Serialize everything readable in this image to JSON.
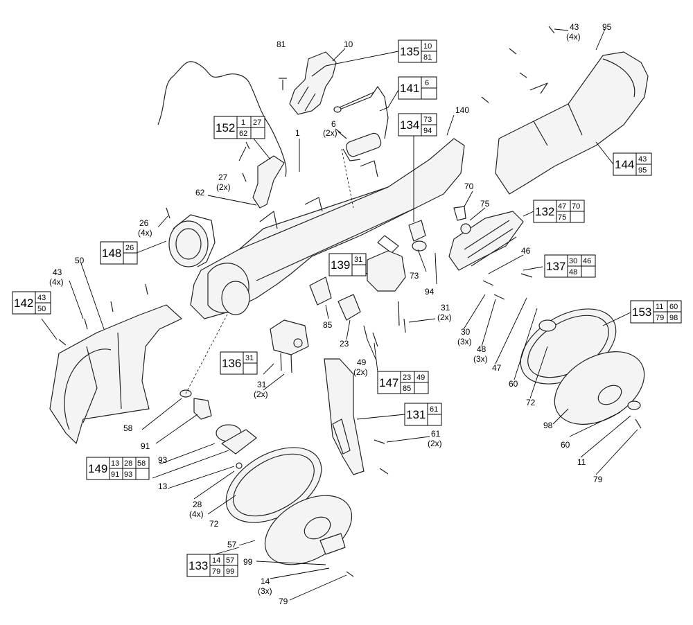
{
  "callouts": [
    {
      "id": "c81",
      "text": "81"
    },
    {
      "id": "c10",
      "text": "10"
    },
    {
      "id": "c6",
      "text": "6"
    },
    {
      "id": "c6q",
      "text": "(2x)"
    },
    {
      "id": "c1",
      "text": "1"
    },
    {
      "id": "c27",
      "text": "27"
    },
    {
      "id": "c27q",
      "text": "(2x)"
    },
    {
      "id": "c62",
      "text": "62"
    },
    {
      "id": "c26",
      "text": "26"
    },
    {
      "id": "c26q",
      "text": "(4x)"
    },
    {
      "id": "c43a",
      "text": "43"
    },
    {
      "id": "c43aq",
      "text": "(4x)"
    },
    {
      "id": "c50",
      "text": "50"
    },
    {
      "id": "c140",
      "text": "140"
    },
    {
      "id": "c70",
      "text": "70"
    },
    {
      "id": "c75",
      "text": "75"
    },
    {
      "id": "c46",
      "text": "46"
    },
    {
      "id": "c73",
      "text": "73"
    },
    {
      "id": "c94",
      "text": "94"
    },
    {
      "id": "c31a",
      "text": "31"
    },
    {
      "id": "c31aq",
      "text": "(2x)"
    },
    {
      "id": "c85",
      "text": "85"
    },
    {
      "id": "c23",
      "text": "23"
    },
    {
      "id": "c49",
      "text": "49"
    },
    {
      "id": "c49q",
      "text": "(2x)"
    },
    {
      "id": "c30",
      "text": "30"
    },
    {
      "id": "c30q",
      "text": "(3x)"
    },
    {
      "id": "c48",
      "text": "48"
    },
    {
      "id": "c48q",
      "text": "(3x)"
    },
    {
      "id": "c47",
      "text": "47"
    },
    {
      "id": "c60a",
      "text": "60"
    },
    {
      "id": "c72a",
      "text": "72"
    },
    {
      "id": "c98",
      "text": "98"
    },
    {
      "id": "c60b",
      "text": "60"
    },
    {
      "id": "c11",
      "text": "11"
    },
    {
      "id": "c79a",
      "text": "79"
    },
    {
      "id": "c31b",
      "text": "31"
    },
    {
      "id": "c31bq",
      "text": "(2x)"
    },
    {
      "id": "c58",
      "text": "58"
    },
    {
      "id": "c91",
      "text": "91"
    },
    {
      "id": "c93",
      "text": "93"
    },
    {
      "id": "c13",
      "text": "13"
    },
    {
      "id": "c28",
      "text": "28"
    },
    {
      "id": "c28q",
      "text": "(4x)"
    },
    {
      "id": "c72b",
      "text": "72"
    },
    {
      "id": "c57",
      "text": "57"
    },
    {
      "id": "c99",
      "text": "99"
    },
    {
      "id": "c14",
      "text": "14"
    },
    {
      "id": "c14q",
      "text": "(3x)"
    },
    {
      "id": "c79b",
      "text": "79"
    },
    {
      "id": "c61",
      "text": "61"
    },
    {
      "id": "c61q",
      "text": "(2x)"
    },
    {
      "id": "c43b",
      "text": "43"
    },
    {
      "id": "c43bq",
      "text": "(4x)"
    },
    {
      "id": "c95",
      "text": "95"
    }
  ],
  "kit_boxes": [
    {
      "id": "k135",
      "num": "135",
      "subs": [
        "10",
        "81"
      ]
    },
    {
      "id": "k141",
      "num": "141",
      "subs": [
        "6",
        ""
      ]
    },
    {
      "id": "k152",
      "num": "152",
      "subs": [
        "1",
        "27",
        "62",
        ""
      ]
    },
    {
      "id": "k134",
      "num": "134",
      "subs": [
        "73",
        "94"
      ]
    },
    {
      "id": "k144",
      "num": "144",
      "subs": [
        "43",
        "95"
      ]
    },
    {
      "id": "k132",
      "num": "132",
      "subs": [
        "47",
        "70",
        "75",
        ""
      ]
    },
    {
      "id": "k148",
      "num": "148",
      "subs": [
        "26",
        ""
      ]
    },
    {
      "id": "k139",
      "num": "139",
      "subs": [
        "31",
        ""
      ]
    },
    {
      "id": "k137",
      "num": "137",
      "subs": [
        "30",
        "46",
        "48",
        ""
      ]
    },
    {
      "id": "k142",
      "num": "142",
      "subs": [
        "43",
        "50"
      ]
    },
    {
      "id": "k153",
      "num": "153",
      "subs": [
        "11",
        "60",
        "79",
        "98"
      ]
    },
    {
      "id": "k136",
      "num": "136",
      "subs": [
        "31",
        ""
      ]
    },
    {
      "id": "k147",
      "num": "147",
      "subs": [
        "23",
        "49",
        "85",
        ""
      ]
    },
    {
      "id": "k131",
      "num": "131",
      "subs": [
        "61",
        ""
      ]
    },
    {
      "id": "k149",
      "num": "149",
      "subs": [
        "13",
        "28",
        "58",
        "91",
        "93",
        ""
      ]
    },
    {
      "id": "k133",
      "num": "133",
      "subs": [
        "14",
        "57",
        "79",
        "99"
      ]
    }
  ]
}
